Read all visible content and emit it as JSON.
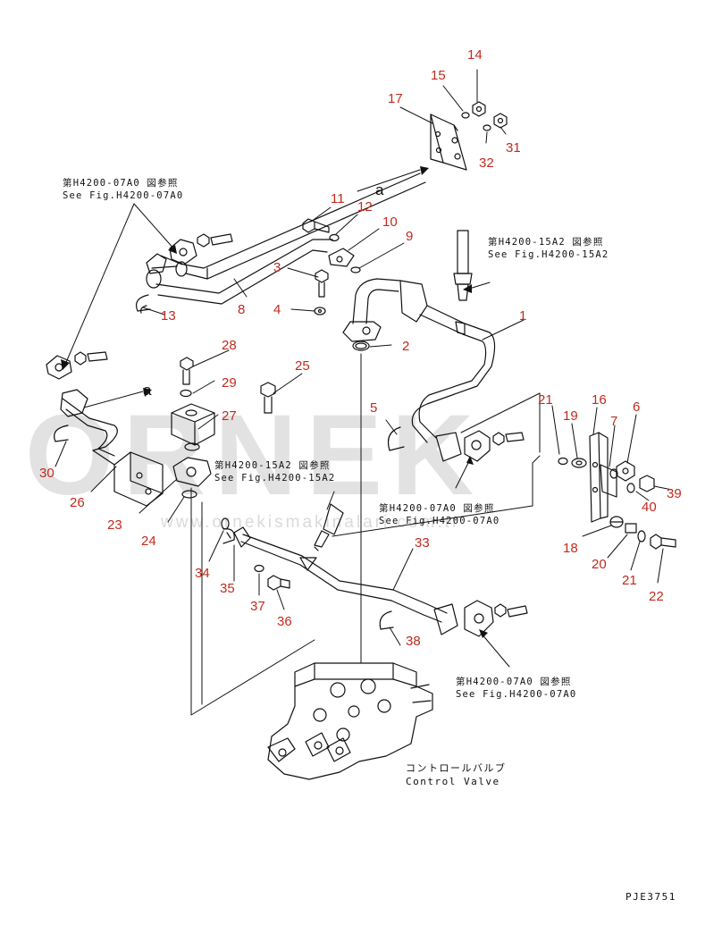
{
  "watermark": {
    "main": "ORNEK",
    "sub": "www.ornekismakinalari.com.tr"
  },
  "letters": {
    "a_top": "a",
    "a_left": "a"
  },
  "refs": {
    "r1": {
      "jp": "第H4200-07A0 図参照",
      "en": "See Fig.H4200-07A0"
    },
    "r2": {
      "jp": "第H4200-15A2 図参照",
      "en": "See Fig.H4200-15A2"
    },
    "r3": {
      "jp": "第H4200-15A2 図参照",
      "en": "See Fig.H4200-15A2"
    },
    "r4": {
      "jp": "第H4200-07A0 図参照",
      "en": "See Fig.H4200-07A0"
    },
    "r5": {
      "jp": "第H4200-07A0 図参照",
      "en": "See Fig.H4200-07A0"
    }
  },
  "control_valve": {
    "jp": "コントロールバルブ",
    "en": "Control Valve"
  },
  "drawing_code": "PJE3751",
  "labels": {
    "n1": "1",
    "n2": "2",
    "n3": "3",
    "n4": "4",
    "n5": "5",
    "n6": "6",
    "n7": "7",
    "n8": "8",
    "n9": "9",
    "n10": "10",
    "n11": "11",
    "n12": "12",
    "n13": "13",
    "n14": "14",
    "n15": "15",
    "n16": "16",
    "n17": "17",
    "n18": "18",
    "n19": "19",
    "n20": "20",
    "n21a": "21",
    "n21b": "21",
    "n22": "22",
    "n23": "23",
    "n24": "24",
    "n25": "25",
    "n26": "26",
    "n27": "27",
    "n28": "28",
    "n29": "29",
    "n30": "30",
    "n31": "31",
    "n32": "32",
    "n33": "33",
    "n34": "34",
    "n35": "35",
    "n36": "36",
    "n37": "37",
    "n38": "38",
    "n39": "39",
    "n40": "40"
  }
}
